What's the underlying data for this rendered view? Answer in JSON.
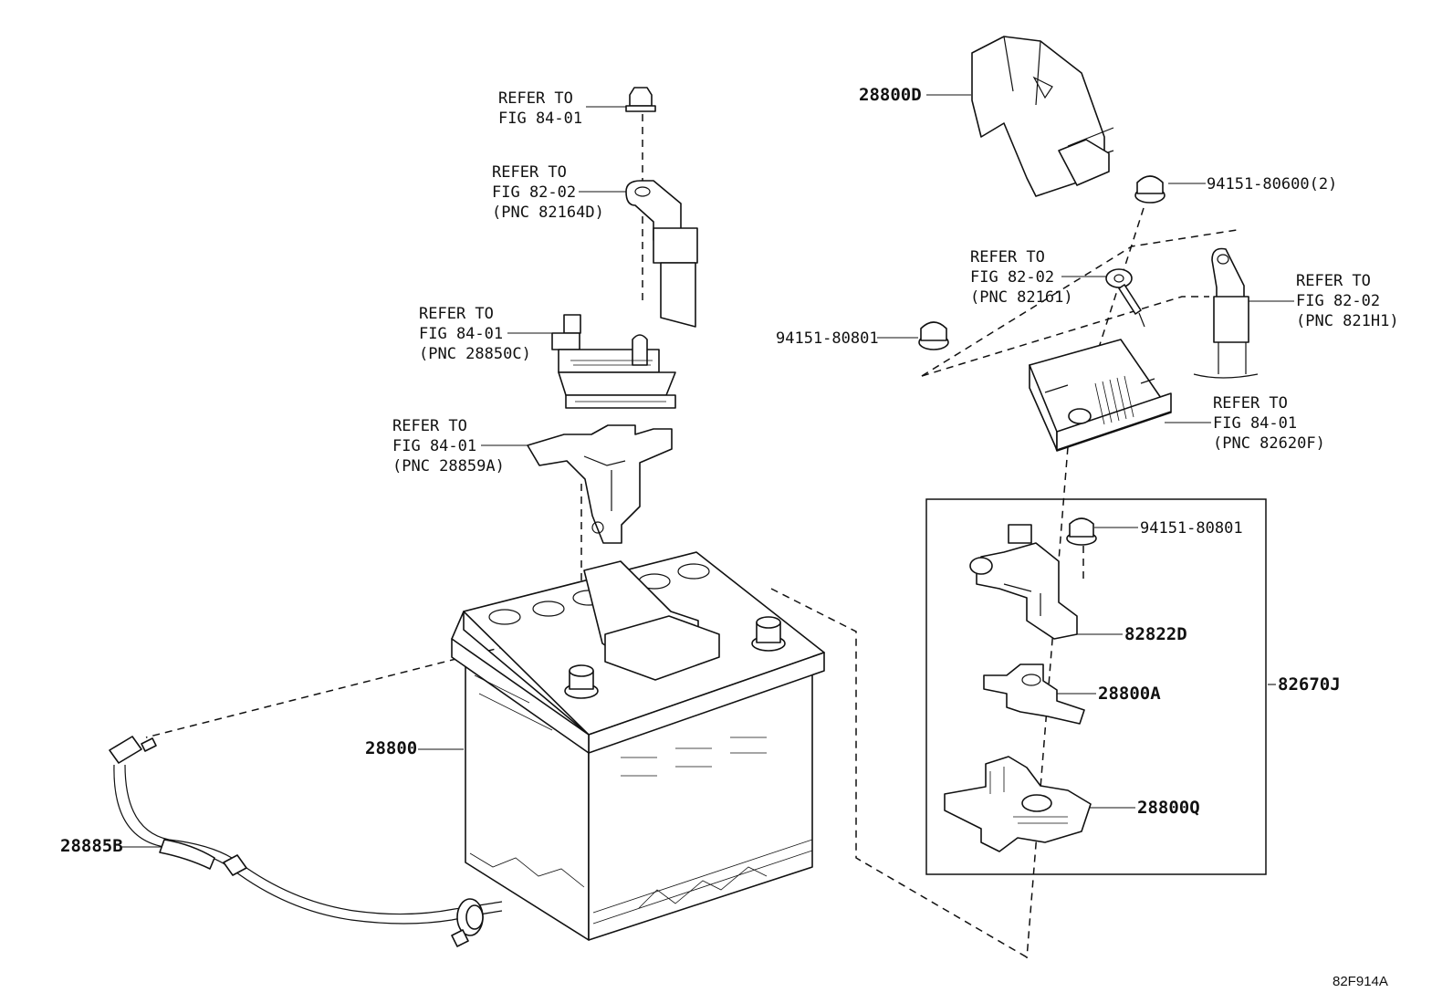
{
  "figure_id": "82F914A",
  "labels": {
    "l1": [
      "REFER TO",
      "FIG 84-01"
    ],
    "l2": [
      "REFER TO",
      "FIG 82-02",
      "(PNC 82164D)"
    ],
    "l3": [
      "REFER TO",
      "FIG 84-01",
      "(PNC 28850C)"
    ],
    "l4": [
      "REFER TO",
      "FIG 84-01",
      "(PNC 28859A)"
    ],
    "l5": "28800D",
    "l6": "94151-80600(2)",
    "l7": [
      "REFER TO",
      "FIG 82-02",
      "(PNC 82161)"
    ],
    "l8": [
      "REFER TO",
      "FIG 82-02",
      "(PNC 821H1)"
    ],
    "l9": "94151-80801",
    "l10": [
      "REFER TO",
      "FIG 84-01",
      "(PNC 82620F)"
    ],
    "l11": "94151-80801",
    "l12": "82822D",
    "l13": "28800A",
    "l14": "82670J",
    "l15": "28800Q",
    "l16": "28800",
    "l17": "28885B"
  }
}
